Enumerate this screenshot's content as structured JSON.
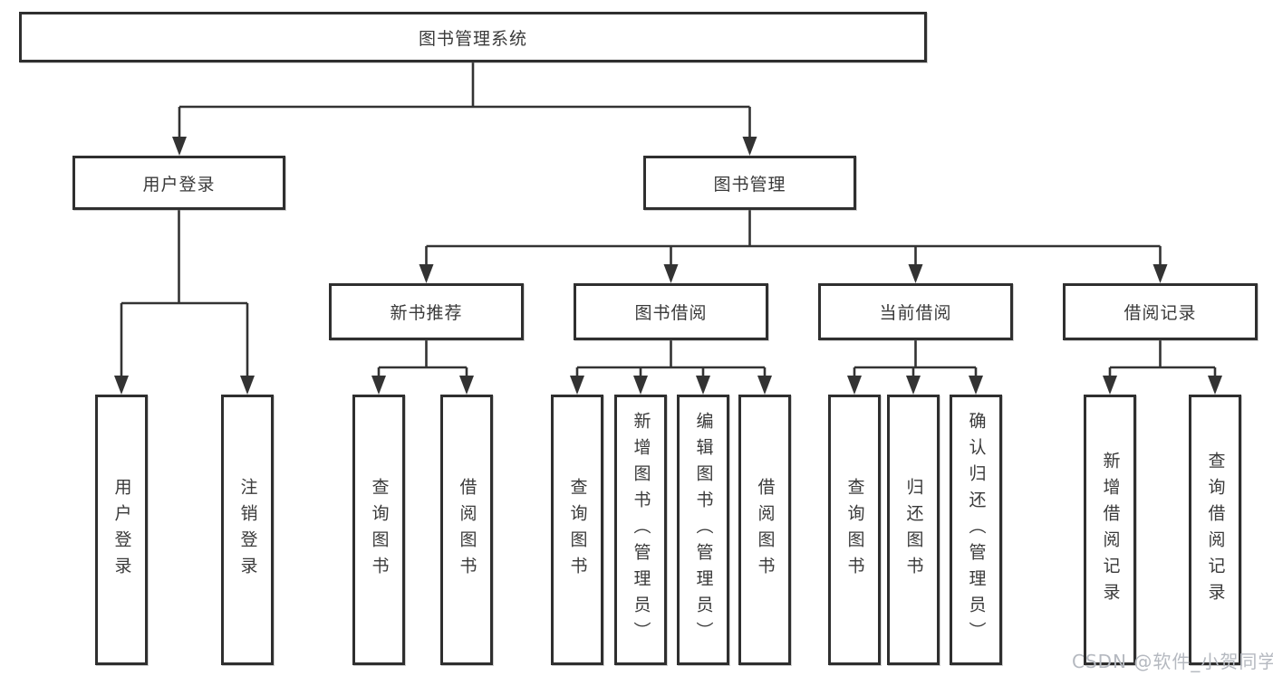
{
  "diagram": {
    "root": {
      "label": "图书管理系统"
    },
    "branches": [
      {
        "label": "用户登录",
        "children": [
          {
            "label": "用户登录"
          },
          {
            "label": "注销登录"
          }
        ]
      },
      {
        "label": "图书管理",
        "children": [
          {
            "label": "新书推荐",
            "children": [
              {
                "label": "查询图书"
              },
              {
                "label": "借阅图书"
              }
            ]
          },
          {
            "label": "图书借阅",
            "children": [
              {
                "label": "查询图书"
              },
              {
                "label": "新增图书（管理员）"
              },
              {
                "label": "编辑图书（管理员）"
              },
              {
                "label": "借阅图书"
              }
            ]
          },
          {
            "label": "当前借阅",
            "children": [
              {
                "label": "查询图书"
              },
              {
                "label": "归还图书"
              },
              {
                "label": "确认归还（管理员）"
              }
            ]
          },
          {
            "label": "借阅记录",
            "children": [
              {
                "label": "新增借阅记录"
              },
              {
                "label": "查询借阅记录"
              }
            ]
          }
        ]
      }
    ]
  },
  "watermark": {
    "text": "CSDN @软件_小贺同学"
  },
  "colors": {
    "line": "#333333",
    "box_border": "#2f2f2f",
    "text": "#3a3a3a",
    "watermark": "#b5b9c0",
    "background": "#ffffff"
  }
}
